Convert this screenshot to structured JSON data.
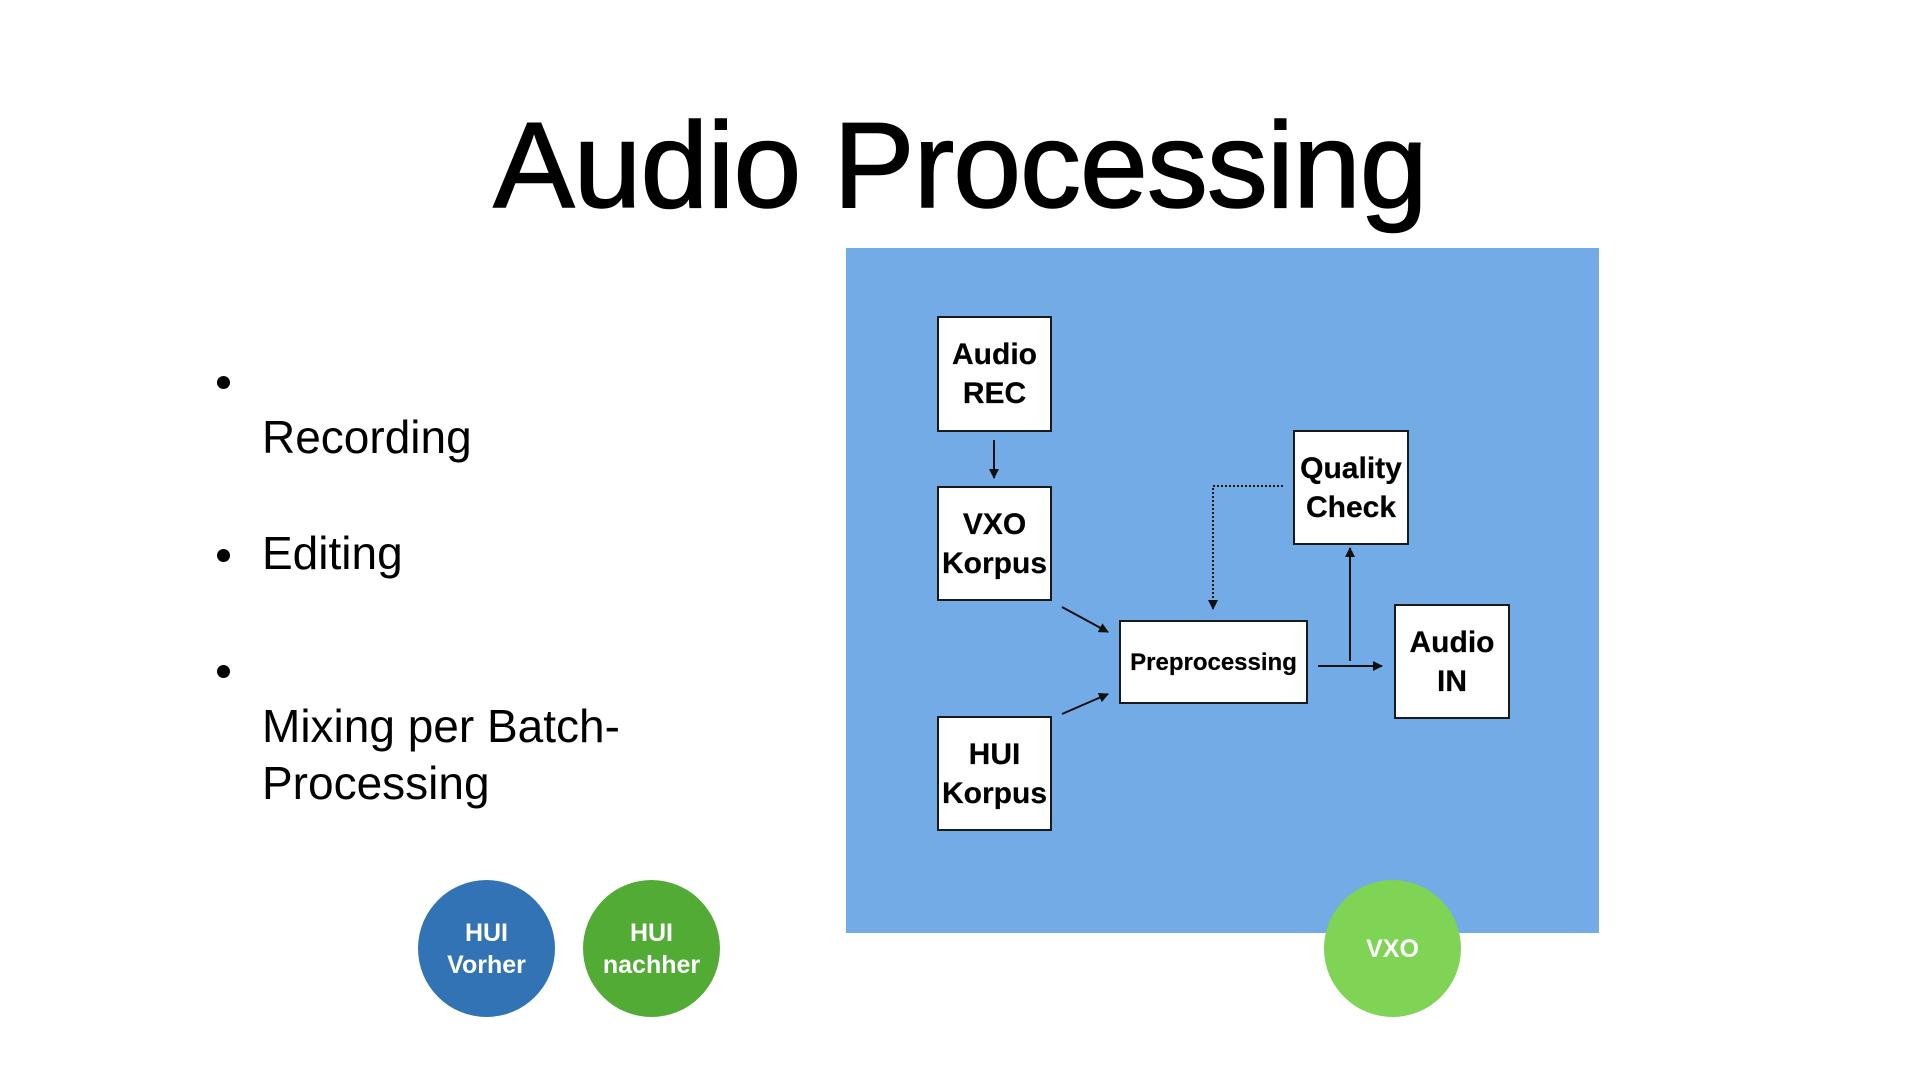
{
  "slide": {
    "title": "Audio Processing",
    "bullets": [
      {
        "text": "Recording"
      },
      {
        "text": "Editing"
      },
      {
        "text": "Mixing per Batch-\nProcessing"
      }
    ]
  },
  "diagram": {
    "background_color": "#72abe5",
    "nodes": {
      "audio_rec": "Audio\nREC",
      "vxo_korpus": "VXO\nKorpus",
      "hui_korpus": "HUI\nKorpus",
      "preprocessing": "Preprocessing",
      "quality_check": "Quality\nCheck",
      "audio_in": "Audio\nIN"
    },
    "edges": [
      {
        "from": "audio_rec",
        "to": "vxo_korpus",
        "style": "solid"
      },
      {
        "from": "vxo_korpus",
        "to": "preprocessing",
        "style": "solid"
      },
      {
        "from": "hui_korpus",
        "to": "preprocessing",
        "style": "solid"
      },
      {
        "from": "preprocessing",
        "to": "audio_in",
        "style": "solid"
      },
      {
        "from": "preprocessing",
        "to": "quality_check",
        "style": "solid"
      },
      {
        "from": "quality_check",
        "to": "preprocessing",
        "style": "dotted"
      }
    ]
  },
  "badges": [
    {
      "label": "HUI\nVorher",
      "color": "#3173b5"
    },
    {
      "label": "HUI\nnachher",
      "color": "#52ab35"
    },
    {
      "label": "VXO",
      "color": "#7fd455"
    }
  ]
}
